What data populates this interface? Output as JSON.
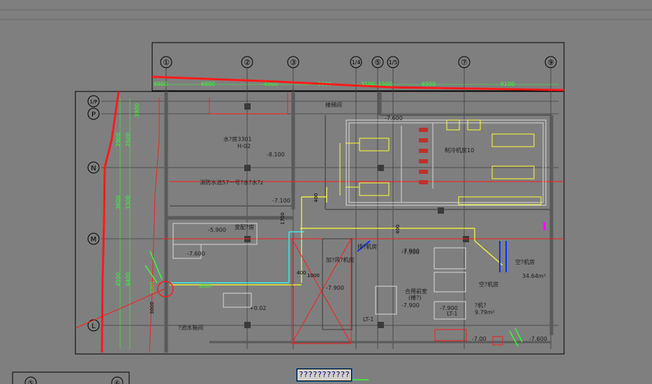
{
  "colors": {
    "background": "#7f7f7f",
    "frame": "#000000",
    "wall": "#5a5a5a",
    "axis": "#3c3c3c",
    "dimension_text": "#33ff33",
    "boundary": "#ff1a1a",
    "duct": "#ffff33",
    "pipe_cyan": "#33ffff",
    "equipment_blue": "#0033ff",
    "accent_magenta": "#ff00ff"
  },
  "grid_axes_top": [
    "①",
    "②",
    "③",
    "1/4",
    "⑤",
    "1/5",
    "⑦",
    "⑨"
  ],
  "grid_axes_left": [
    "1/P",
    "P",
    "N",
    "M",
    "L"
  ],
  "bottom_axes": [
    "⑤",
    "⑥"
  ],
  "top_dimensions": [
    "6900",
    "6900",
    "4500",
    "6000",
    "3100",
    "1500",
    "6900",
    "8100"
  ],
  "left_dimensions": [
    "3900",
    "2900",
    "2600",
    "3600",
    "3300",
    "4500",
    "4400"
  ],
  "rooms": {
    "pump_room": "水?房3301",
    "pump_tag": "H-02",
    "level_a": "-8.100",
    "fire_pool": "消防水池57一号?水?水?z",
    "level_b": "-7.100",
    "stair_label": "楼梯间",
    "chiller_room": "制冷机房10",
    "level_c": "-7.600",
    "elev_note": "-5.900",
    "equip_room": "变配?房",
    "level_d": "-7.600",
    "shaft_label": "加?风?机房",
    "shaft_level": "-7.900",
    "fan_room": "排?机房",
    "level_e": "-7.900",
    "corridor": "合用前室",
    "corridor_sub": "(楼?)",
    "level_f": "-7.900",
    "ac_room": "空?机房",
    "ac_area": "34.64m²",
    "ac_room2": "空?机房",
    "machine_room": "?机?",
    "machine_area": "9.79m²",
    "level_g": "-7.900",
    "lt_label": "LT-1",
    "lt_label2": "LT-1",
    "pool_label": "?池水箱间",
    "level_h": "+0.02",
    "level_i": "-7.900",
    "level_j": "-7.00",
    "level_k": "-7.600"
  },
  "annotations": [
    "400",
    "1000",
    "1700",
    "400",
    "400",
    "8000",
    "6001",
    "3000"
  ],
  "tooltip": "???????????"
}
